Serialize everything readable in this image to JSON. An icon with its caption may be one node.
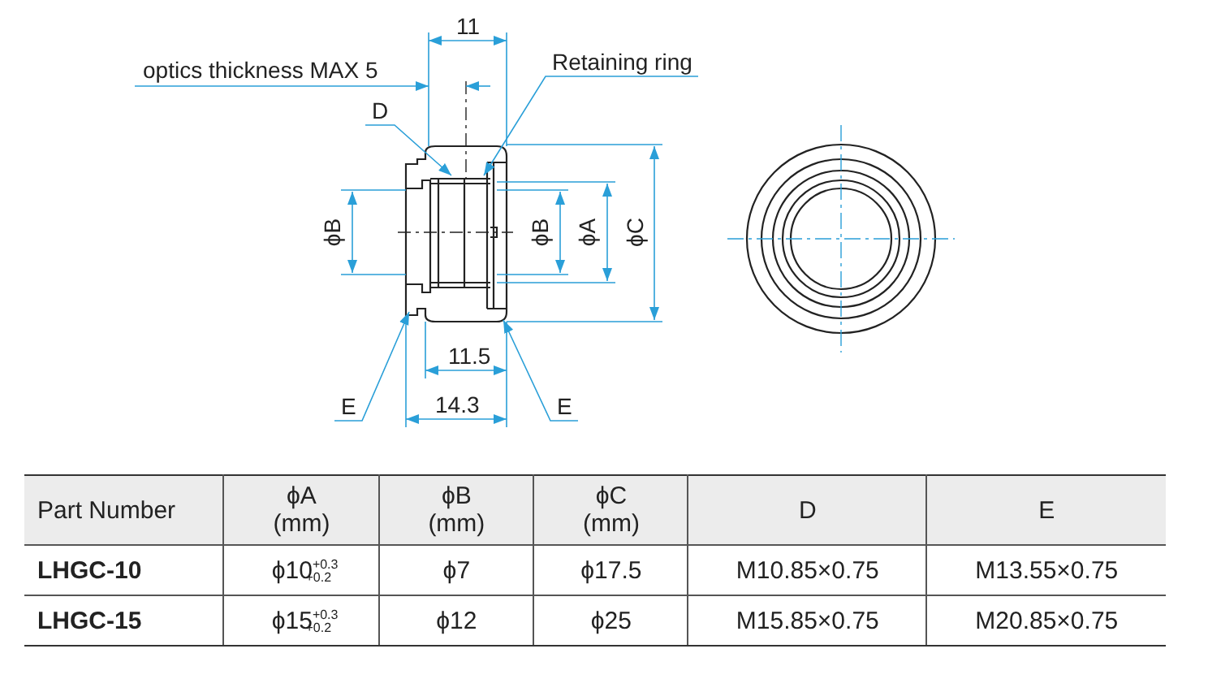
{
  "diagram": {
    "nodes": [
      {
        "text": [
          "Retaining ring"
        ]
      },
      {
        "text": [
          "D"
        ]
      },
      {
        "text": [
          "E"
        ]
      },
      {
        "text": [
          "E"
        ]
      },
      {
        "text": [],
        "shape": "picture"
      }
    ],
    "edges": [
      {
        "from": 0,
        "to": 4,
        "arrow": "to"
      },
      {
        "from": 1,
        "to": 4,
        "arrow": "to"
      },
      {
        "from": 2,
        "to": 4,
        "arrow": "to"
      },
      {
        "from": 3,
        "to": 4,
        "arrow": "to"
      }
    ],
    "labels": [
      "11",
      "optics thickness MAX 5",
      "ϕB",
      "ϕB",
      "ϕA",
      "ϕC",
      "11.5",
      "14.3",
      "Part Number",
      "ϕA (mm)",
      "ϕB (mm)",
      "ϕC (mm)",
      "D",
      "E",
      "LHGC-10",
      "ϕ10$^{+0.3}$$_{+0.2}$",
      "ϕ7",
      "ϕ17.5",
      "M10.85×0.75",
      "M13.55×0.75",
      "LHGC-15",
      "ϕ15$^{+0.3}$$_{+0.2}$",
      "ϕ12",
      "ϕ25",
      "M15.85×0.75",
      "M20.85×0.75"
    ]
  }
}
